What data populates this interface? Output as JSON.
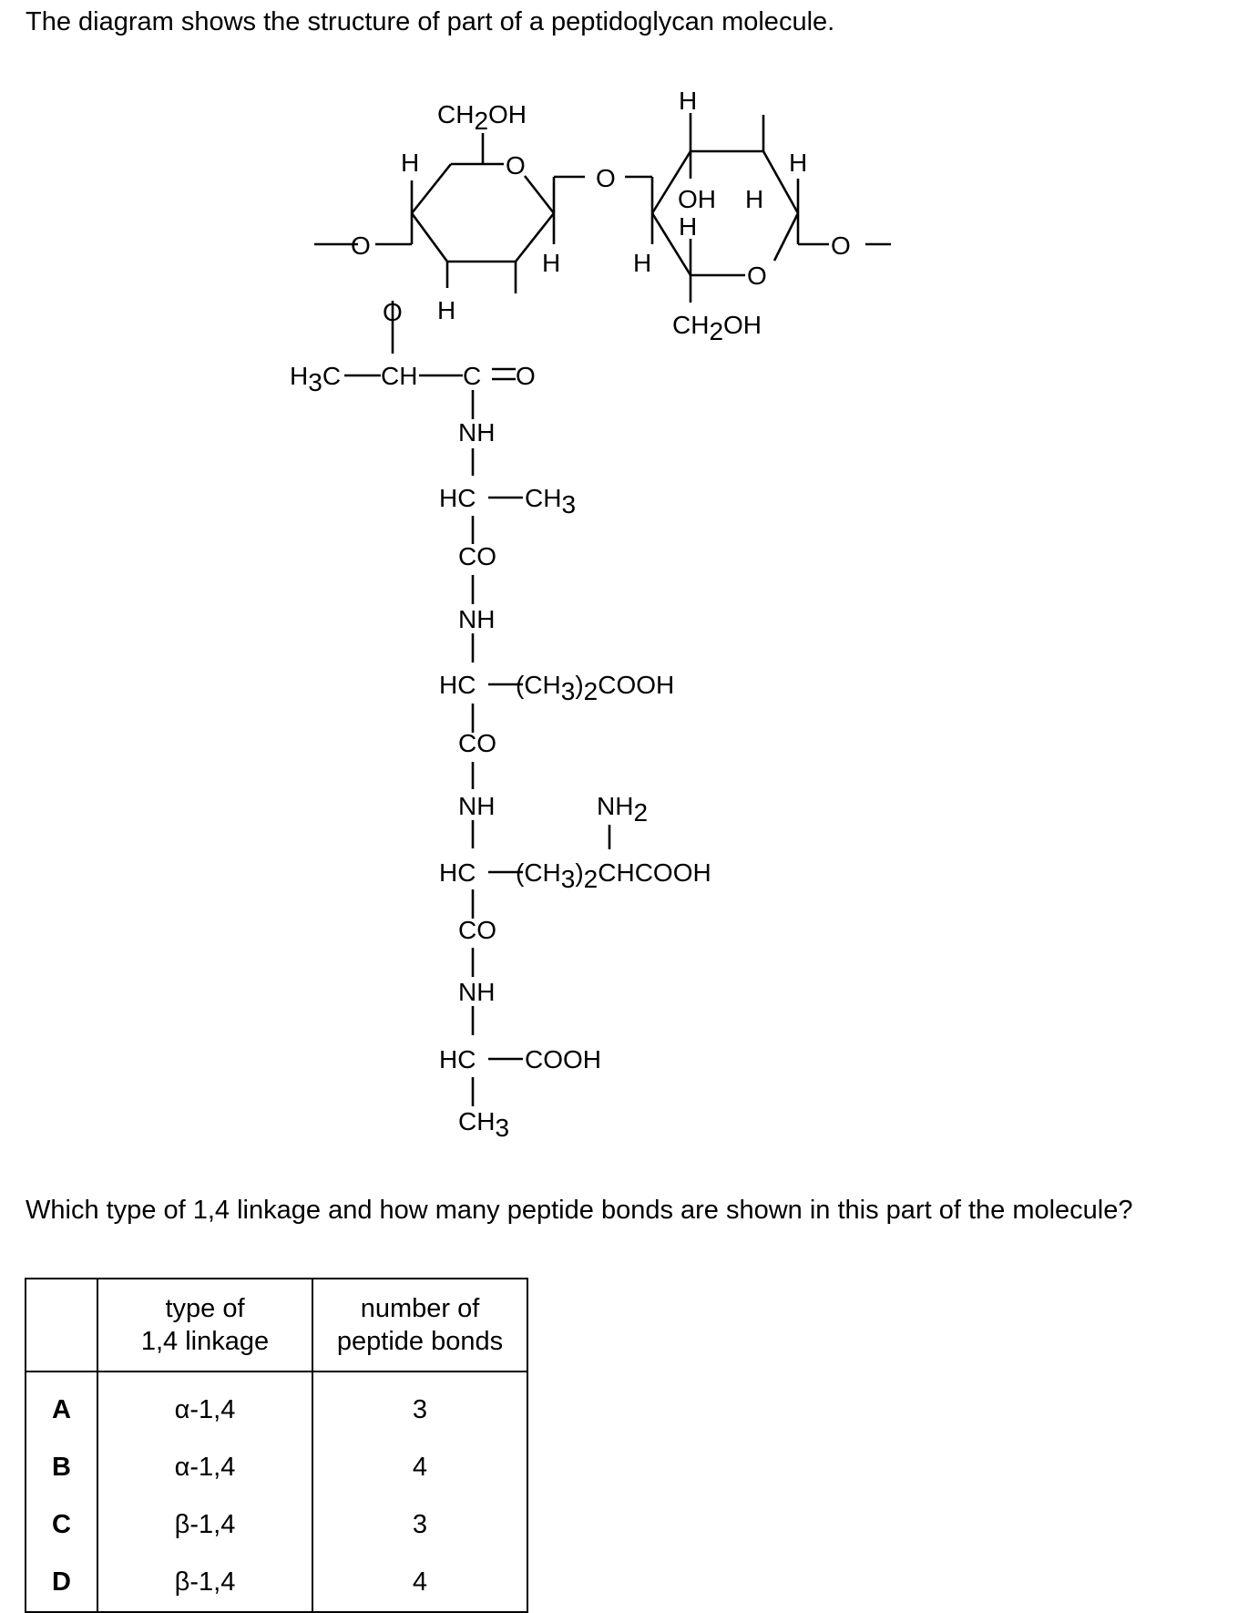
{
  "intro": "The diagram shows the structure of part of a peptidoglycan molecule.",
  "question": "Which type of 1,4 linkage and how many peptide bonds are shown in this part of the molecule?",
  "table": {
    "headers": {
      "linkage_line1": "type of",
      "linkage_line2": "1,4 linkage",
      "bonds_line1": "number of",
      "bonds_line2": "peptide bonds"
    },
    "rows": [
      {
        "letter": "A",
        "linkage": "α-1,4",
        "bonds": "3"
      },
      {
        "letter": "B",
        "linkage": "α-1,4",
        "bonds": "4"
      },
      {
        "letter": "C",
        "linkage": "β-1,4",
        "bonds": "3"
      },
      {
        "letter": "D",
        "linkage": "β-1,4",
        "bonds": "4"
      }
    ]
  },
  "molecule": {
    "atom_h": "H",
    "atom_o": "O",
    "atom_c": "C",
    "oh": "OH",
    "nh": "NH",
    "co": "CO",
    "hc": "HC",
    "ch2oh": {
      "base": "CH",
      "sub": "2",
      "tail": "OH"
    },
    "ch3": {
      "base": "CH",
      "sub": "3"
    },
    "h3c": {
      "base": "H",
      "sub": "3",
      "tail": "C"
    },
    "ch": "CH",
    "c_double_o": "C=O",
    "side_ch3": {
      "base": "CH",
      "sub": "3"
    },
    "side_glu": {
      "open": "(CH",
      "sub1": "3",
      "mid": ")",
      "sub2": "2",
      "tail": "COOH"
    },
    "side_lys": {
      "open": "(CH",
      "sub1": "3",
      "mid": ")",
      "sub2": "2",
      "tail": "CHCOOH"
    },
    "nh2": {
      "base": "NH",
      "sub": "2"
    },
    "cooh": "COOH"
  }
}
